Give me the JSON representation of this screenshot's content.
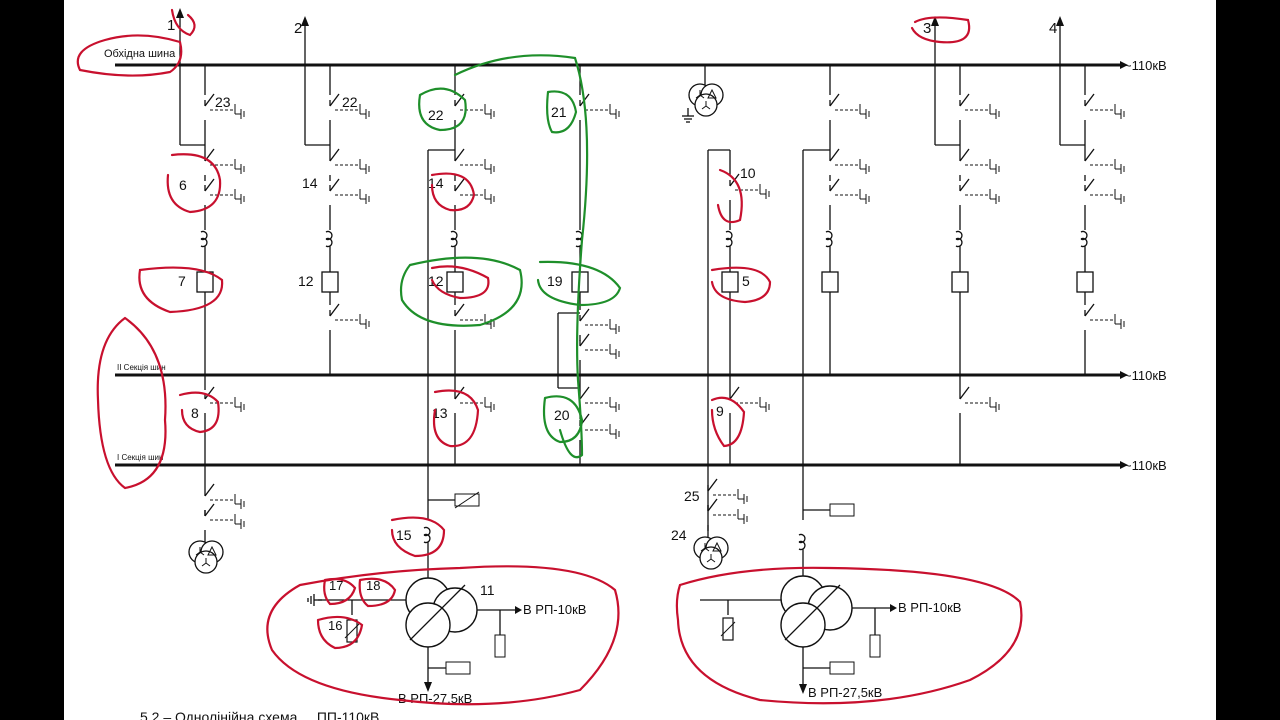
{
  "colors": {
    "annotation_red": "#c8102e",
    "annotation_green": "#1e8f2a",
    "line": "#111111",
    "frame": "#000000"
  },
  "buses": {
    "bypass": {
      "label": "Обхідна шина",
      "voltage": "~110кВ"
    },
    "section2": {
      "label": "II Секція шин",
      "voltage": "~110кВ"
    },
    "section1": {
      "label": "I Секція шин",
      "voltage": "~110кВ"
    }
  },
  "lines": [
    "1",
    "2",
    "3",
    "4"
  ],
  "numbers": {
    "n23": "23",
    "n22a": "22",
    "n22b": "22",
    "n21": "21",
    "n10": "10",
    "n6": "6",
    "n14a": "14",
    "n14b": "14",
    "n7": "7",
    "n12a": "12",
    "n12b": "12",
    "n19": "19",
    "n5": "5",
    "n8": "8",
    "n13": "13",
    "n20": "20",
    "n9": "9",
    "n25": "25",
    "n24": "24",
    "n15": "15",
    "n17": "17",
    "n18": "18",
    "n16": "16",
    "n11": "11"
  },
  "outputs": {
    "left_rp10": "В РП-10кВ",
    "left_rp27": "В РП-27,5кВ",
    "right_rp10": "В РП-10кВ",
    "right_rp27": "В РП-27,5кВ"
  },
  "caption": "5.2 – Однолінійна схема ... ПП-110кВ ..."
}
